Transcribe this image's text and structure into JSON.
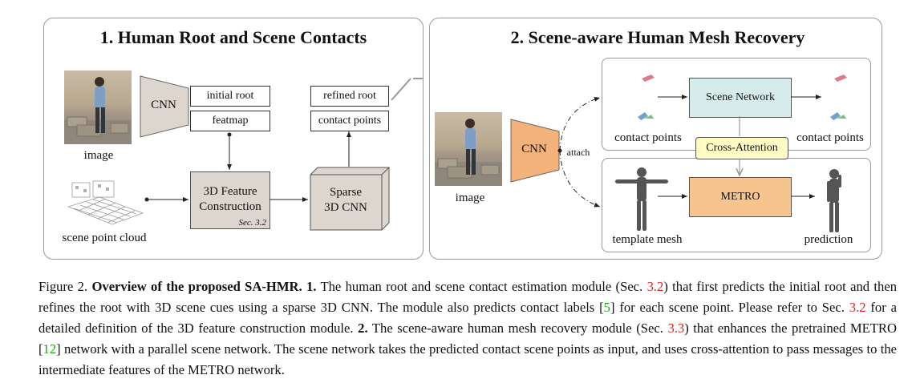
{
  "left_panel": {
    "title": "1. Human Root and Scene Contacts",
    "cnn_label": "CNN",
    "image_label": "image",
    "initial_root": "initial root",
    "featmap": "featmap",
    "refined_root": "refined root",
    "contact_points": "contact points",
    "feature_construction_line1": "3D Feature",
    "feature_construction_line2": "Construction",
    "feature_construction_ref": "Sec. 3.2",
    "sparse_line1": "Sparse",
    "sparse_line2": "3D CNN",
    "scene_label": "scene point cloud"
  },
  "right_panel": {
    "title": "2. Scene-aware Human Mesh Recovery",
    "cnn_label": "CNN",
    "attach_label": "attach",
    "image_label": "image",
    "scene_network": "Scene Network",
    "cross_attention": "Cross-Attention",
    "metro": "METRO",
    "contact_points_left": "contact points",
    "contact_points_right": "contact points",
    "template_mesh": "template mesh",
    "prediction": "prediction"
  },
  "colors": {
    "cnn_left": "#ddd6ce",
    "feature_box": "#ddd6ce",
    "cnn_right": "#f3b27a",
    "scene_network": "#d5ecea",
    "cross_attention": "#fffbc4",
    "metro": "#f6c48f"
  },
  "caption": {
    "figure_label": "Figure 2.",
    "bold_title": "Overview of the proposed SA-HMR. 1.",
    "text1": "The human root and scene contact estimation module (Sec.",
    "ref1": "3.2",
    "text2": ") that first predicts the initial root and then refines the root with 3D scene cues using a sparse 3D CNN. The module also predicts contact labels [",
    "ref2": "5",
    "text3": "] for each scene point. Please refer to Sec.",
    "ref3": "3.2",
    "text4": "for a detailed definition of the 3D feature construction module.",
    "bold_two": "2.",
    "text5": "The scene-aware human mesh recovery module (Sec.",
    "ref4": "3.3",
    "text6": ") that enhances the pretrained METRO [",
    "ref5": "12",
    "text7": "] network with a parallel scene network. The scene network takes the predicted contact scene points as input, and uses cross-attention to pass messages to the intermediate features of the METRO network."
  }
}
